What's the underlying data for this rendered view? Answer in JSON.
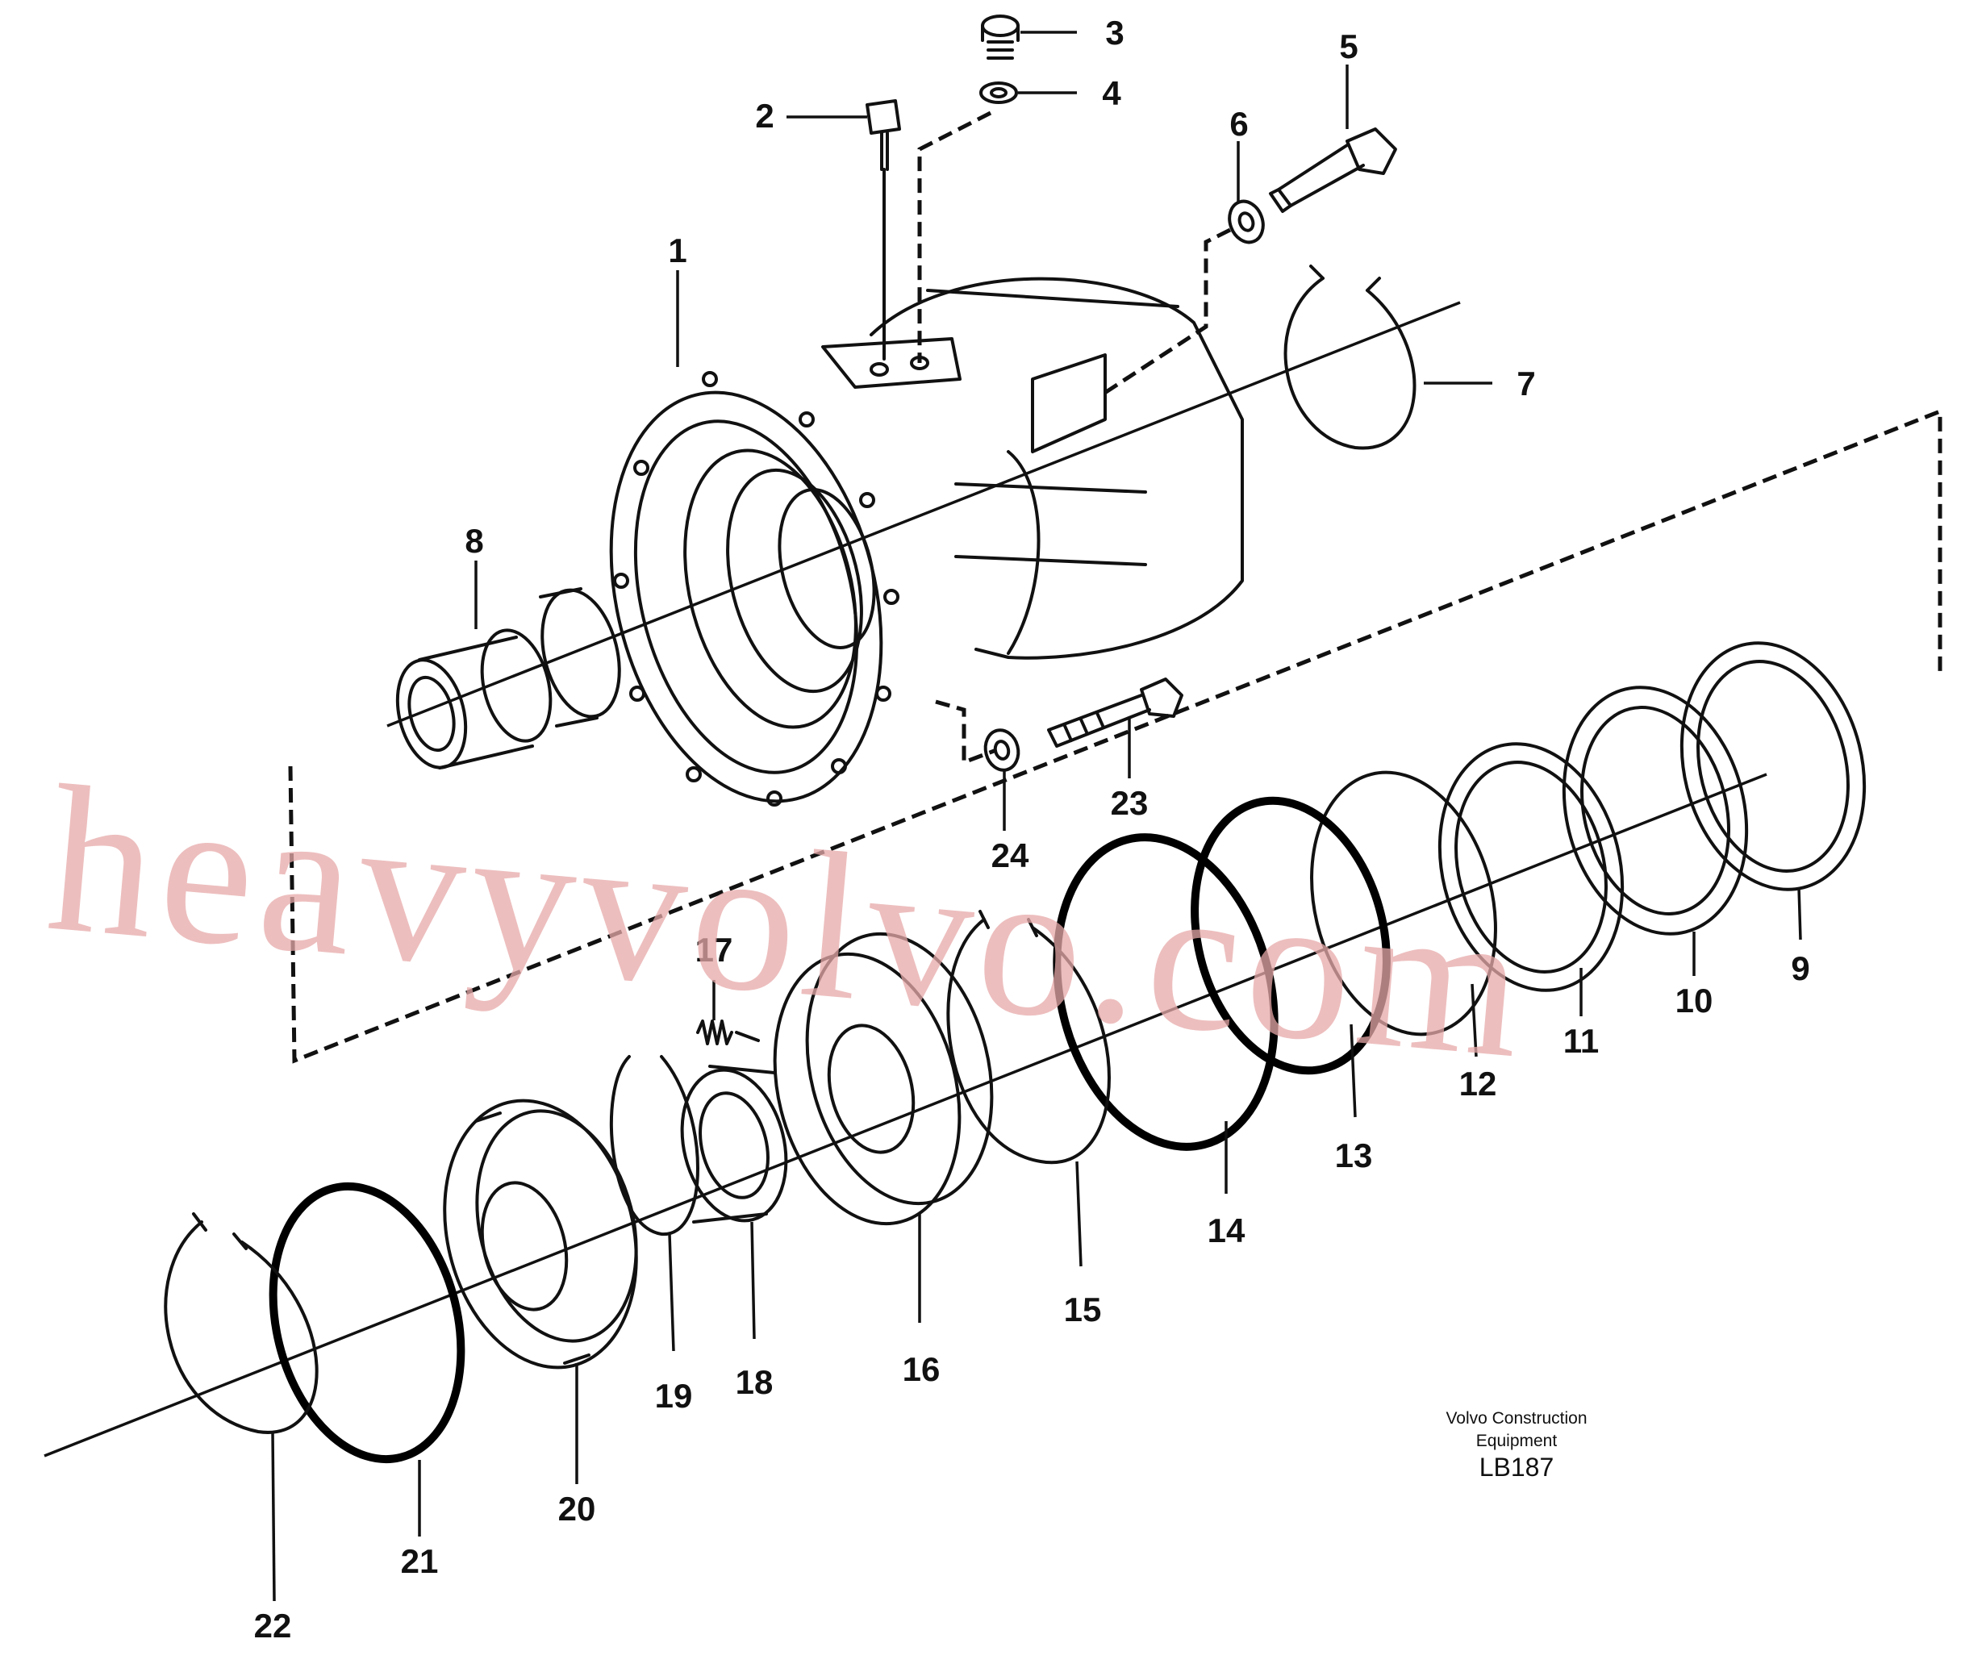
{
  "watermark": "heavyvolvo.com",
  "credit": {
    "line1": "Volvo Construction",
    "line2": "Equipment",
    "code": "LB187"
  },
  "callouts": [
    "1",
    "2",
    "3",
    "4",
    "5",
    "6",
    "7",
    "8",
    "9",
    "10",
    "11",
    "12",
    "13",
    "14",
    "15",
    "16",
    "17",
    "18",
    "19",
    "20",
    "21",
    "22",
    "23",
    "24"
  ]
}
